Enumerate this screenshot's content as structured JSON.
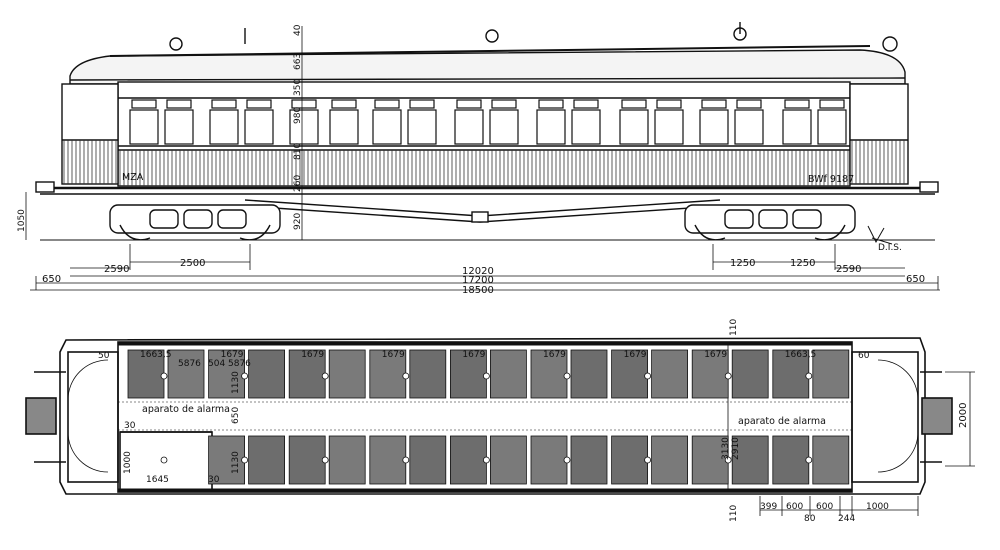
{
  "elevation": {
    "car_number_left": "MZA",
    "car_number_right": "BWf 9187",
    "vertical_dims": [
      "40",
      "663",
      "350",
      "980",
      "810",
      "260",
      "920"
    ],
    "left_height": "1050",
    "row1": [
      "2590",
      "2500",
      "1250",
      "1250",
      "2590"
    ],
    "row2": "12020",
    "row3": [
      "650",
      "17200",
      "650"
    ],
    "row4": "18500"
  },
  "plan": {
    "compartment_dims": [
      "1663,5",
      "1679",
      "1679",
      "1679",
      "1679",
      "1679",
      "1679",
      "1679",
      "1663,5"
    ],
    "upper_left_dims": [
      "50",
      "5876",
      "504",
      "5876"
    ],
    "right_corner": "60",
    "vertical_dims": [
      "1130",
      "650",
      "1130"
    ],
    "center_vertical": [
      "110",
      "3130",
      "2910",
      "110"
    ],
    "alarm_left": "aparato de alarma",
    "alarm_right": "aparato de alarma",
    "small_left": [
      "30",
      "1645",
      "30",
      "1000"
    ],
    "right_width": "2000",
    "bottom_dims": [
      "399",
      "600",
      "600",
      "244",
      "1000",
      "80"
    ]
  },
  "signature": "D.I.S."
}
